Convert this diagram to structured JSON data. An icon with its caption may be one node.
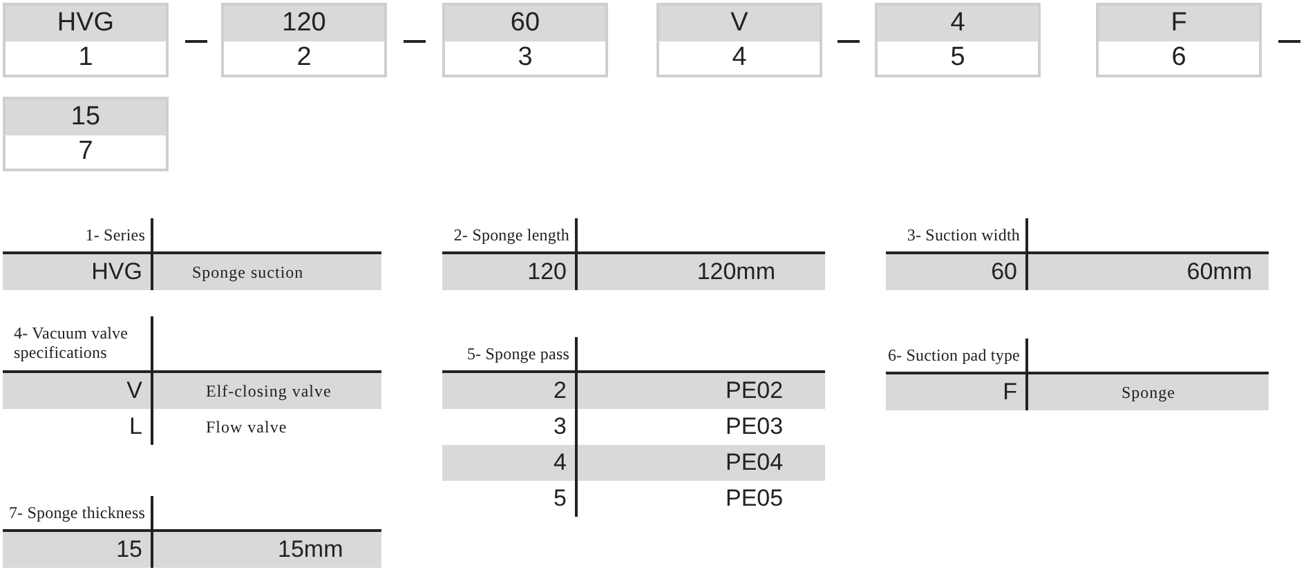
{
  "diagram": {
    "nodes": [
      {
        "text": [
          "HVG",
          "1"
        ]
      },
      {
        "text": [
          "120",
          "2"
        ]
      },
      {
        "text": [
          "60",
          "3"
        ]
      },
      {
        "text": [
          "V",
          "4"
        ]
      },
      {
        "text": [
          "4",
          "5"
        ]
      },
      {
        "text": [
          "F",
          "6"
        ]
      },
      {
        "text": [
          "15",
          "7"
        ]
      }
    ],
    "labels": [
      "1- Series",
      "HVG",
      "Sponge suction",
      "2- Sponge length",
      "120",
      "120mm",
      "3- Suction width",
      "60",
      "60mm",
      "4- Vacuum valve specifications",
      "V",
      "Elf-closing valve",
      "L",
      "Flow valve",
      "5- Sponge pass",
      "2",
      "PE02",
      "3",
      "PE03",
      "4",
      "PE04",
      "5",
      "PE05",
      "6- Suction pad type",
      "F",
      "Sponge",
      "7- Sponge thickness",
      "15",
      "15mm"
    ]
  }
}
